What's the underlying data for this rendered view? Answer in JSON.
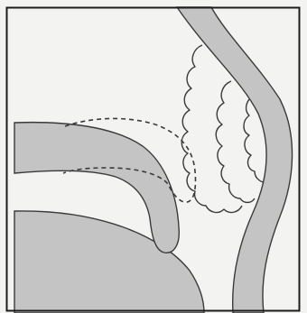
{
  "diagram": {
    "colors": {
      "page": "#f3f3f1",
      "background": "#ffffff",
      "frame": "#1c1c1c",
      "stroke": "#3a3a3a",
      "fill": "#c4c4c4",
      "dashed": "#3a3a3a"
    },
    "parts": [
      "upper-curved-band",
      "dashed-outline",
      "lower-curved-band",
      "right-vertical-band",
      "scalloped-folds"
    ]
  }
}
